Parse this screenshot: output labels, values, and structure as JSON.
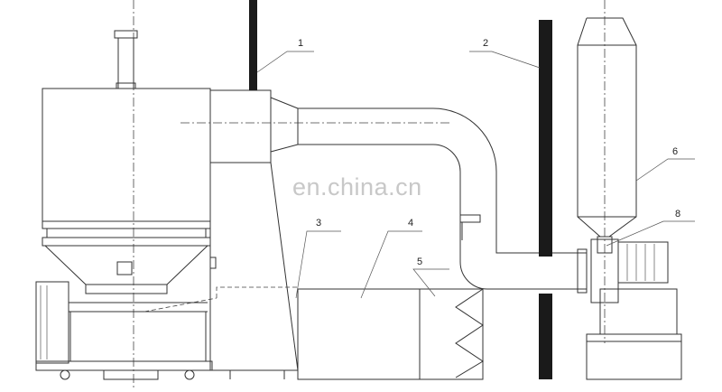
{
  "diagram": {
    "labels": {
      "l1": "1",
      "l2": "2",
      "l3": "3",
      "l4": "4",
      "l5": "5",
      "l6": "6",
      "l8": "8"
    },
    "watermark": "en.china.cn"
  }
}
